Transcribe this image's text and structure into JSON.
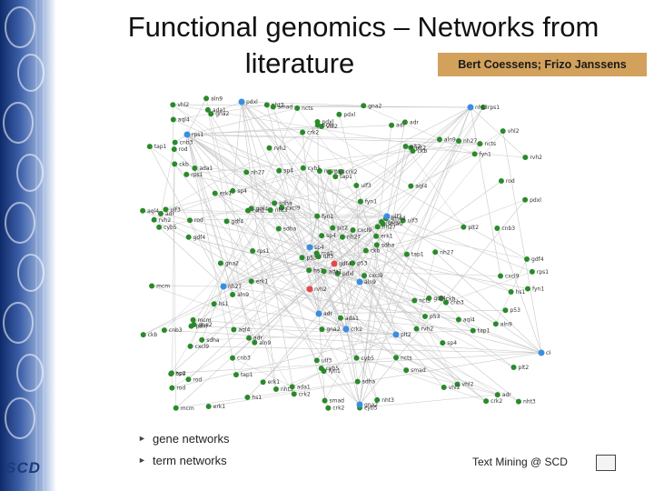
{
  "slide": {
    "title_line1": "Functional genomics – Networks from",
    "title_line2": "literature",
    "authors": "Bert Coessens; Frizo Janssens",
    "bullets": [
      "gene networks",
      "term networks"
    ],
    "footer": "Text Mining @ SCD",
    "logo": "SCD"
  },
  "network": {
    "colors": {
      "gene": "#2a8a2a",
      "hub": "#3a8ee0",
      "highlight": "#e24a4a",
      "edge": "#c8c8c8"
    },
    "node_labels": [
      "pdxl",
      "rps1",
      "ulf3",
      "sp4",
      "nh27",
      "aln9",
      "adr",
      "crk2",
      "plt2",
      "ckb",
      "gna2",
      "nht3",
      "gdf4",
      "rvh2",
      "hs1",
      "aql4",
      "erk1",
      "mcm",
      "fyn1",
      "sdha",
      "cxcl9",
      "rod",
      "tap1",
      "p53",
      "smad",
      "cnb3",
      "ada1",
      "vhl2",
      "cyb5",
      "ncts"
    ]
  }
}
